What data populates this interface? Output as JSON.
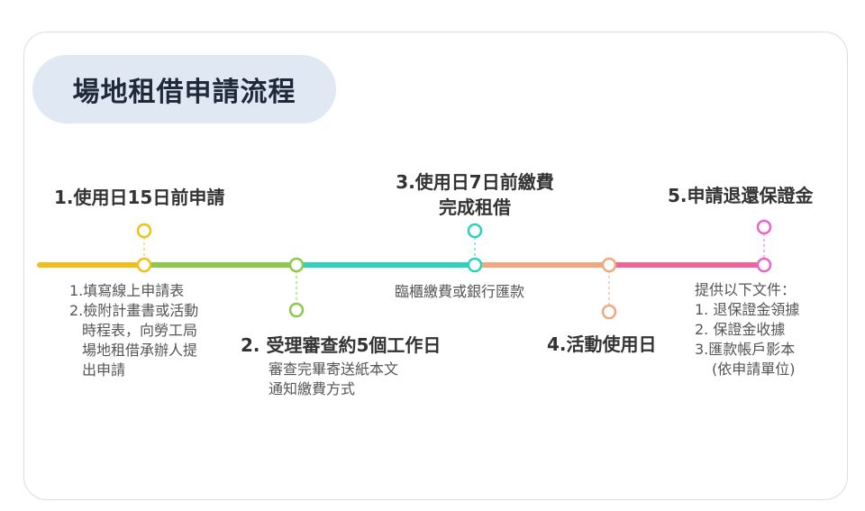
{
  "title": "場地租借申請流程",
  "colors": {
    "seg1": "#f2be1c",
    "seg2": "#8cc84b",
    "seg3": "#2fd0bd",
    "seg4": "#f0a87e",
    "seg5": "#f0649a",
    "node1": "#f2be1c",
    "node2": "#8cc84b",
    "node3": "#2fd0bd",
    "node4": "#f0a87e",
    "node5": "#ea63c8"
  },
  "steps": [
    {
      "label": "1.使用日15日前申請",
      "desc_lines": [
        "1.填寫線上申請表",
        "2.檢附計畫書或活動",
        "時程表，向勞工局",
        "場地租借承辦人提",
        "出申請"
      ]
    },
    {
      "label": "2. 受理審查約5個工作日",
      "desc_lines": [
        "審查完畢寄送紙本文",
        "通知繳費方式"
      ]
    },
    {
      "label_lines": [
        "3.使用日7日前繳費",
        "完成租借"
      ],
      "desc": "臨櫃繳費或銀行匯款"
    },
    {
      "label": "4.活動使用日"
    },
    {
      "label": "5.申請退還保證金",
      "desc_lines": [
        "提供以下文件：",
        "1. 退保證金領據",
        "2. 保證金收據",
        "3.匯款帳戶影本",
        "(依申請單位)"
      ]
    }
  ]
}
